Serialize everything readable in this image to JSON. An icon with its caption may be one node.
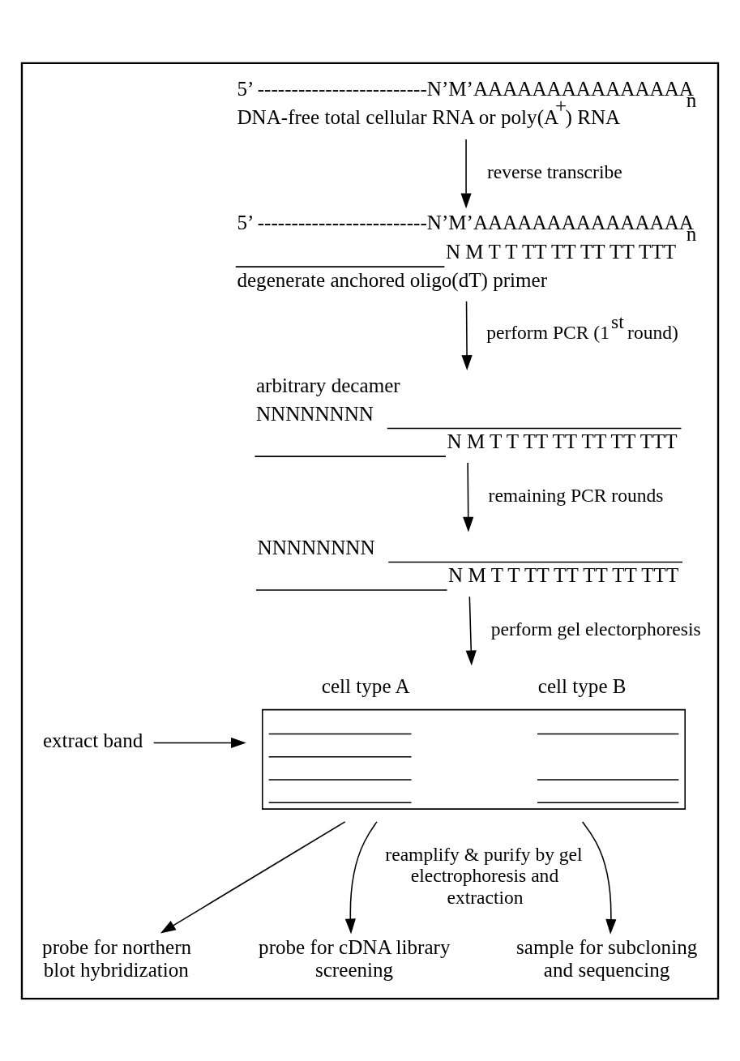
{
  "diagram": {
    "nodes": [
      {
        "text": [],
        "shape": "box"
      },
      {
        "text": [
          "5’ -------------------------N’M’AAAAAAAAAAAAAAA$_{n}$",
          "DNA-free total cellular RNA or poly(A$^{+}$) RNA"
        ],
        "in": 0
      },
      {
        "text": [
          "5’ -------------------------N’M’AAAAAAAAAAAAAAA$_{n}$",
          "N M T T TT TT TT TT TTT",
          "degenerate anchored oligo(dT) primer"
        ],
        "in": 0
      },
      {
        "text": [
          "arbitrary decamer",
          "NNNNNNNN",
          "N M T T TT TT TT TT TTT"
        ],
        "in": 0
      },
      {
        "text": [
          "NNNNNNNN",
          "N M T T TT TT TT TT TTT"
        ],
        "in": 0
      },
      {
        "text": [
          "cell type A",
          "cell type B"
        ],
        "in": 0
      },
      {
        "text": [
          "extract band"
        ],
        "in": 0
      },
      {
        "text": [
          "probe for northern blot hybridization"
        ],
        "in": 0
      },
      {
        "text": [
          "probe for cDNA library screening"
        ],
        "in": 0
      },
      {
        "text": [
          "sample for subcloning and sequencing"
        ],
        "in": 0
      }
    ],
    "edges": [
      {
        "from": 1,
        "to": 2,
        "arrow": "to",
        "label": "reverse transcribe"
      },
      {
        "from": 2,
        "to": 3,
        "arrow": "to",
        "label": "perform PCR (1$^{st}$ round)"
      },
      {
        "from": 3,
        "to": 4,
        "arrow": "to",
        "label": "remaining PCR rounds"
      },
      {
        "from": 4,
        "to": 5,
        "arrow": "to",
        "label": "perform gel electorphoresis"
      },
      {
        "from": 6,
        "to": 5,
        "arrow": "to"
      },
      {
        "from": 5,
        "to": 7,
        "arrow": "to"
      },
      {
        "from": 5,
        "to": 8,
        "arrow": "to",
        "label": "reamplify & purify by gel electrophoresis and extraction"
      },
      {
        "from": 5,
        "to": 9,
        "arrow": "to"
      }
    ]
  }
}
